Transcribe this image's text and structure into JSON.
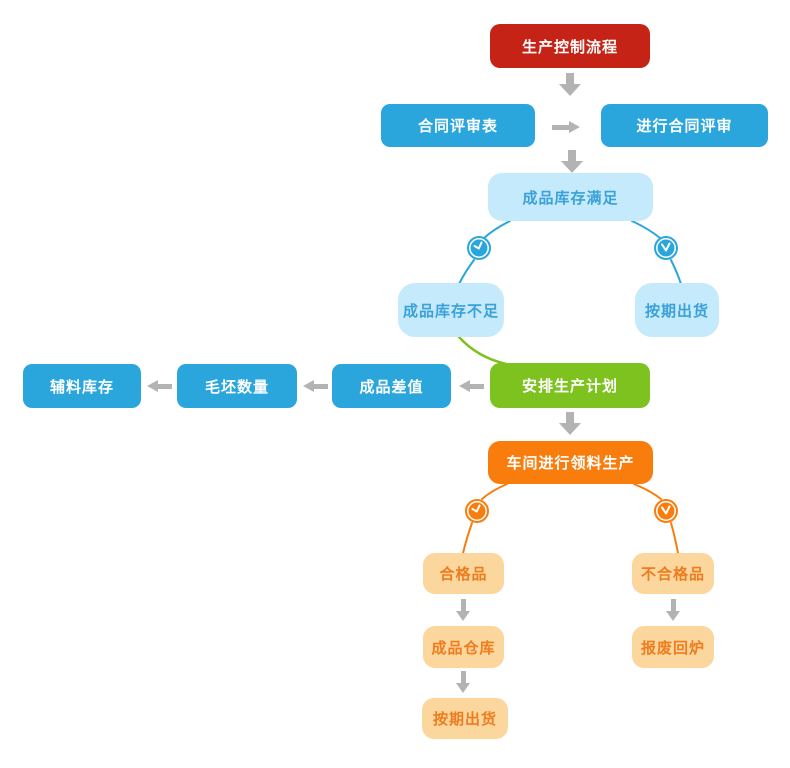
{
  "diagram": {
    "nodes": {
      "start": "生产控制流程",
      "contract_form": "合同评审表",
      "contract_review": "进行合同评审",
      "stock_sufficient": "成品库存满足",
      "stock_insufficient": "成品库存不足",
      "ship_on_time_upper": "按期出货",
      "production_plan": "安排生产计划",
      "product_difference": "成品差值",
      "blank_quantity": "毛坯数量",
      "aux_material_stock": "辅料库存",
      "workshop_production": "车间进行领料生产",
      "qualified": "合格品",
      "unqualified": "不合格品",
      "warehouse": "成品仓库",
      "scrap_remelt": "报废回炉",
      "ship_on_time_lower": "按期出货"
    },
    "edges": [
      {
        "from": "start",
        "to": "contract_form_row",
        "style": "gray-arrow-down"
      },
      {
        "from": "contract_form",
        "to": "contract_review",
        "style": "gray-arrow-right"
      },
      {
        "from": "contract_review_row",
        "to": "stock_sufficient",
        "style": "gray-arrow-down"
      },
      {
        "from": "stock_sufficient",
        "to": "stock_insufficient",
        "style": "blue-line-clock"
      },
      {
        "from": "stock_sufficient",
        "to": "ship_on_time_upper",
        "style": "blue-line-clock"
      },
      {
        "from": "stock_insufficient",
        "to": "production_plan",
        "style": "green-line"
      },
      {
        "from": "production_plan",
        "to": "product_difference",
        "style": "gray-arrow-left"
      },
      {
        "from": "product_difference",
        "to": "blank_quantity",
        "style": "gray-arrow-left"
      },
      {
        "from": "blank_quantity",
        "to": "aux_material_stock",
        "style": "gray-arrow-left"
      },
      {
        "from": "production_plan",
        "to": "workshop_production",
        "style": "gray-arrow-down"
      },
      {
        "from": "workshop_production",
        "to": "qualified",
        "style": "orange-line-clock"
      },
      {
        "from": "workshop_production",
        "to": "unqualified",
        "style": "orange-line-clock"
      },
      {
        "from": "qualified",
        "to": "warehouse",
        "style": "gray-arrow-down"
      },
      {
        "from": "unqualified",
        "to": "scrap_remelt",
        "style": "gray-arrow-down"
      },
      {
        "from": "warehouse",
        "to": "ship_on_time_lower",
        "style": "gray-arrow-down"
      }
    ],
    "icons": {
      "branch_marker": "clock-icon"
    },
    "colors": {
      "red": "#c52316",
      "blue": "#2aa6dd",
      "light_blue_bg": "#c5eafb",
      "light_blue_text": "#3aa1d9",
      "green": "#7dc21f",
      "orange": "#f97d0d",
      "light_orange_bg": "#fcd79d",
      "light_orange_text": "#ee7c20",
      "arrow_gray": "#b3b3b3",
      "background": "#ffffff"
    }
  }
}
